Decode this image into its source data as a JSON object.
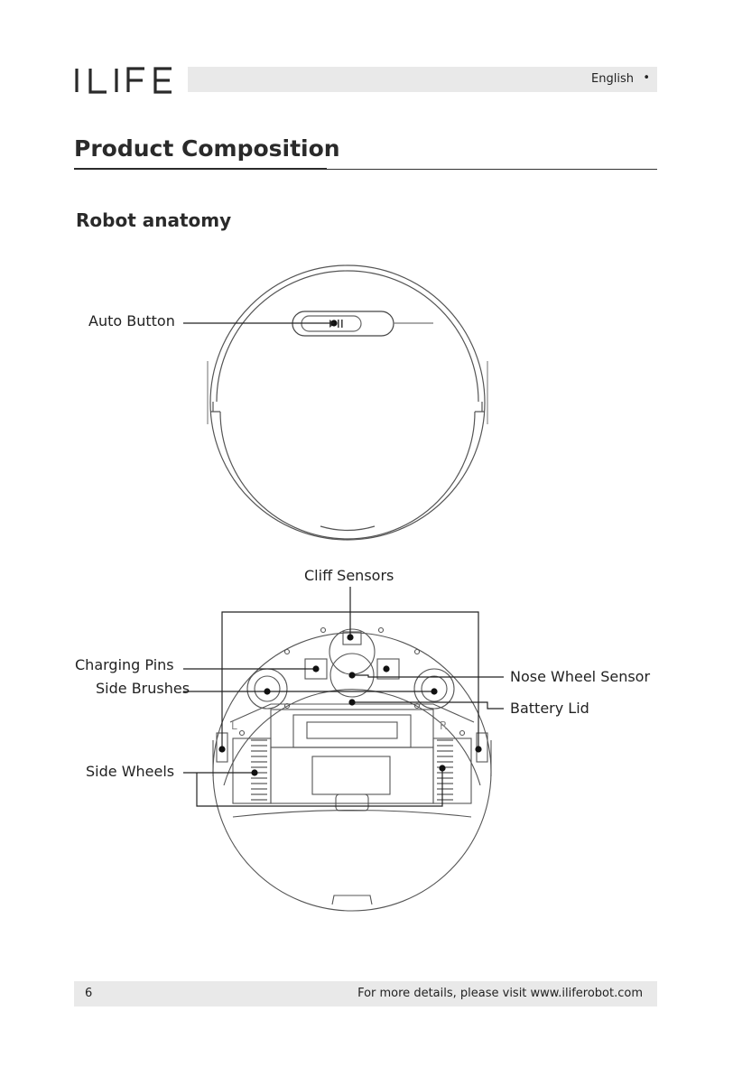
{
  "header": {
    "brand": "ILIFE",
    "language": "English",
    "lang_bullet": "•"
  },
  "section_title": "Product Composition",
  "subsection_title": "Robot anatomy",
  "labels": {
    "auto_button": "Auto Button",
    "cliff_sensors": "Cliff Sensors",
    "charging_pins": "Charging Pins",
    "side_brushes": "Side Brushes",
    "side_wheels": "Side Wheels",
    "nose_wheel_sensor": "Nose Wheel Sensor",
    "battery_lid": "Battery Lid",
    "wheel_left_mark": "L",
    "wheel_right_mark": "R"
  },
  "footer": {
    "page_number": "6",
    "text": "For more details, please visit www.iliferobot.com"
  }
}
